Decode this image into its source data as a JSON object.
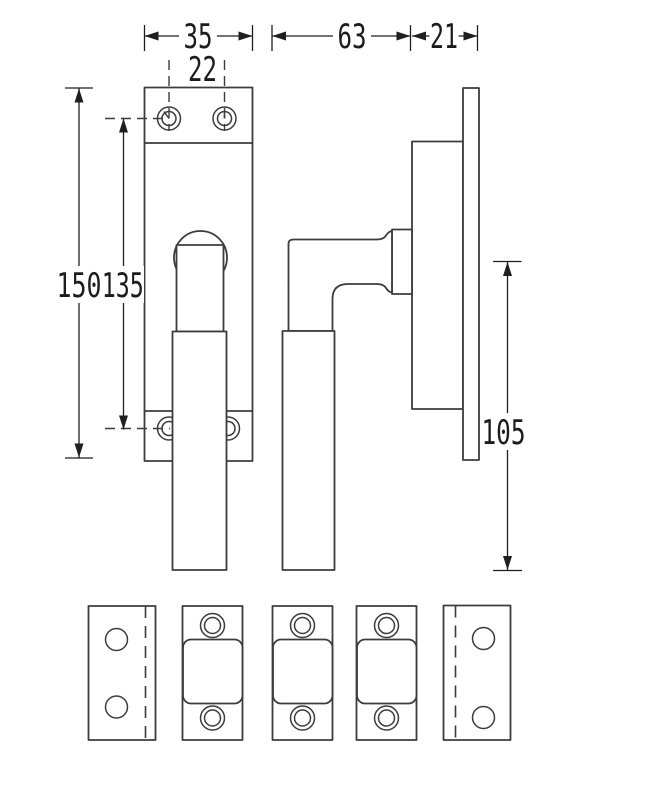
{
  "drawing": {
    "colors": {
      "line": "#3c3c3c",
      "dimension": "#1f1f1f",
      "background": "#ffffff"
    },
    "dimensions": {
      "plate_width": "35",
      "screw_spacing": "22",
      "handle_projection": "63",
      "backplate_depth": "21",
      "plate_height": "150",
      "screw_hole_distance": "135",
      "handle_length": "105"
    }
  }
}
